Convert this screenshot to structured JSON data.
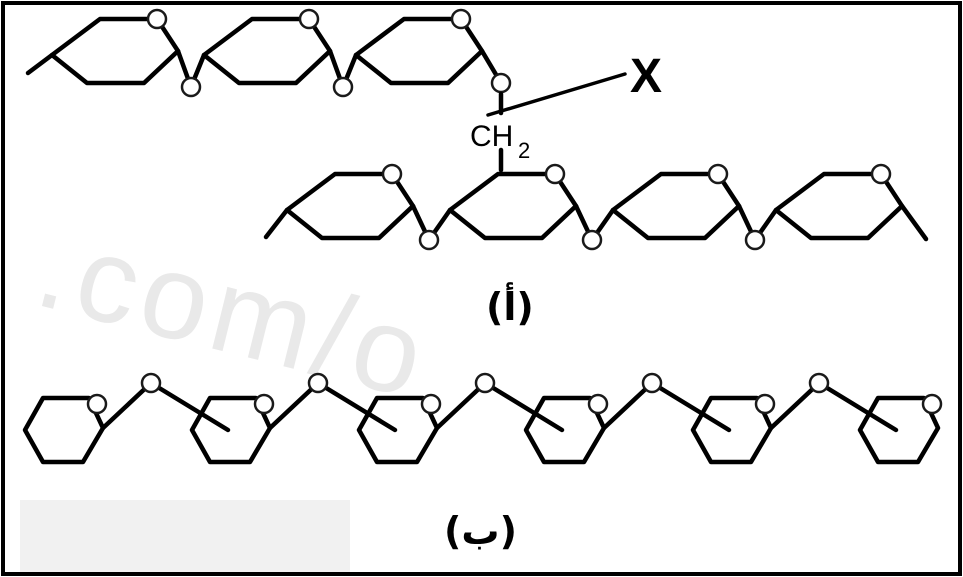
{
  "labels": {
    "linkage_label": "X",
    "bridge_group": "CH",
    "bridge_subscript": "2",
    "caption_a": "(أ)",
    "caption_b": "(ب)"
  },
  "colors": {
    "stroke": "#000000",
    "oxygen_fill": "#ffffff",
    "watermark": "#e9e9e9"
  },
  "structure": {
    "chain_a_top_rings": 3,
    "chain_a_bottom_rings": 4,
    "chain_b_rings": 6
  }
}
